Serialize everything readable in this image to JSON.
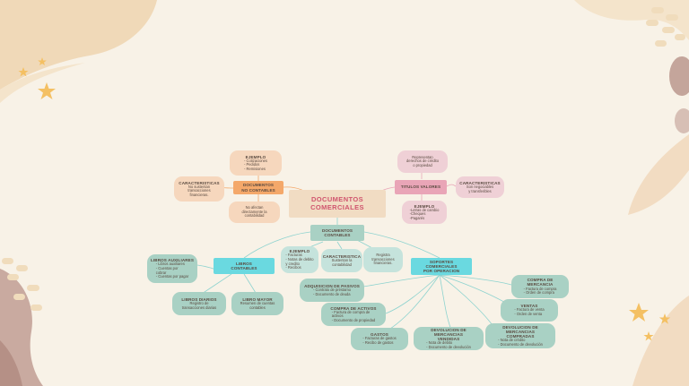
{
  "title": "DOCUMENTOS\nCOMERCIALES",
  "no_contables": {
    "label": "DOCUMENTOS\nNO CONTABLES",
    "ejemplo_title": "EJEMPLO",
    "ejemplo_body": "- Cotizaciones\n- Pedidos\n- Remisiones",
    "caracteristica_title": "CARACTERISTICAS",
    "caracteristica_body": "No sustentan\ntransacciones\nfinancieras.",
    "nota_body": "No afectan\ndirectamente la\ncontabilidad"
  },
  "titulos_valores": {
    "label": "TITULOS VALORES",
    "descripcion_body": "Representan\nderechos de crédito\no propiedad",
    "caracteristica_title": "CARACTERISTICAS",
    "caracteristica_body": "Son negociables\ny transferibles",
    "ejemplo_title": "EJEMPLO",
    "ejemplo_body": "-Letras de cambio\n-Cheques\n-Pagarés"
  },
  "contables": {
    "label": "DOCUMENTOS\nCONTABLES",
    "ejemplo_title": "EJEMPLO",
    "ejemplo_body": "- Facturas\n- Notas de debito\ny credito\n- Recibos",
    "caracteristica_title": "CARACTERISTICA",
    "caracteristica_body": "Sustentan la\ncontabilidad",
    "registro_body": "Registra\ntransacciones\nfinancieras."
  },
  "libros": {
    "label": "LIBROS\nCONTABLES",
    "auxiliares_title": "LIBROS AUXILIARES",
    "auxiliares_body": "- Libros auxiliares\n- Cuentas por\ncobrar\n- Cuentas por pagar",
    "diarios_title": "LIBROS DIARIOS",
    "diarios_body": "Registro de\ntransacciones diarias",
    "mayor_title": "LIBRO MAYOR",
    "mayor_body": "Resumen de cuentas\ncontables"
  },
  "soportes": {
    "label": "SOPORTES COMERCIALES\nPOR OPERACION",
    "items": [
      {
        "title": "ADQUISICION DE PASIVOS",
        "body": "- Contrato de préstamo\n- Documento de deuda"
      },
      {
        "title": "COMPRA DE ACTIVOS",
        "body": "- Factura de compra de\nactivos\n- Documento de propiedad"
      },
      {
        "title": "GASTOS",
        "body": "- Facturas de gastos\n- Recibo de gastos"
      },
      {
        "title": "DEVOLUCION DE MERCANCIAS\nVENDIDAS",
        "body": "- Nota de debito\n- Documento de devolución"
      },
      {
        "title": "COMPRA DE MERCANCIA",
        "body": "- Factura de compra\n- Orden de compra"
      },
      {
        "title": "VENTAS",
        "body": "- Factura de venta\n- Orden de venta"
      },
      {
        "title": "DEVOLUCION DE MERCANCIAS\nCOMPRADAS",
        "body": "- Nota de crédito\n- Documento de devolución"
      }
    ]
  },
  "colors": {
    "background": "#f8f2e7",
    "title_text": "#d0556e",
    "peach": "#f6d7bd",
    "pink": "#efd0d6",
    "mint": "#c5e3dc",
    "cyan": "#6ad9e0",
    "orange": "#f4a86a",
    "rose": "#e9a5b7",
    "star": "#f4c063"
  }
}
